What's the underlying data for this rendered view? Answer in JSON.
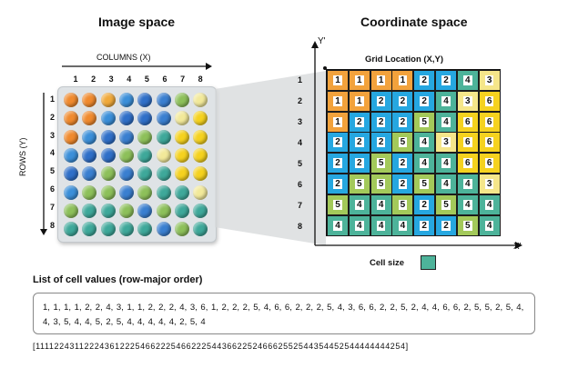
{
  "left_title": "Image space",
  "right_title": "Coordinate space",
  "columns_label": "COLUMNS (X)",
  "rows_label": "ROWS (Y)",
  "y_axis_label": "Y'",
  "x_axis_label": "X'",
  "grid_title": "Grid Location (X,Y)",
  "cell_size_label": "Cell size",
  "list_title": "List of cell values (row-major order)",
  "list_text": "1, 1, 1, 1, 2, 2, 4, 3, 1, 1, 2, 2, 2, 4, 3, 6, 1, 2, 2, 2, 5, 4, 6, 6, 2, 2, 2, 5, 4, 3, 6, 6, 2, 2, 5, 2, 4, 4, 6, 6, 2, 5, 5, 2, 5, 4, 4, 3, 5, 4, 4, 5, 2, 5, 4, 4, 4, 4, 4, 2, 5, 4",
  "raw_string": "[1111224311222436122254662225466222544366225246662552544354452544444444254]",
  "column_numbers": [
    "1",
    "2",
    "3",
    "4",
    "5",
    "6",
    "7",
    "8"
  ],
  "row_numbers": [
    "1",
    "2",
    "3",
    "4",
    "5",
    "6",
    "7",
    "8"
  ],
  "grid_row_numbers": [
    "1",
    "2",
    "3",
    "4",
    "5",
    "6",
    "7",
    "8"
  ],
  "colors": {
    "1": "#f2a23c",
    "2": "#26a7e0",
    "3": "#f5e68a",
    "4": "#4db39a",
    "5": "#a3c95a",
    "6": "#f5d21f",
    "swatch": "#4db39a"
  },
  "plate_colors": [
    [
      "#f08a2e",
      "#f08a2e",
      "#f0a93a",
      "#3b8fd9",
      "#2f6fc8",
      "#3a7fd0",
      "#8dc05a",
      "#f2e99a"
    ],
    [
      "#f08a2e",
      "#f08a2e",
      "#3b8fd9",
      "#2f6fc8",
      "#2f6fc8",
      "#3a7fd0",
      "#f2e99a",
      "#f5d21f"
    ],
    [
      "#f08a2e",
      "#3b8fd9",
      "#2f6fc8",
      "#3a7fd0",
      "#8dc05a",
      "#3ea89a",
      "#f5d21f",
      "#f5d21f"
    ],
    [
      "#3b8fd9",
      "#2f6fc8",
      "#2f6fc8",
      "#8dc05a",
      "#3ea89a",
      "#f2e99a",
      "#f5d21f",
      "#f5d21f"
    ],
    [
      "#2f6fc8",
      "#3a7fd0",
      "#8dc05a",
      "#3a7fd0",
      "#3ea89a",
      "#3ea89a",
      "#f5d21f",
      "#f5d21f"
    ],
    [
      "#3b8fd9",
      "#8dc05a",
      "#8dc05a",
      "#3a7fd0",
      "#8dc05a",
      "#3ea89a",
      "#3ea89a",
      "#f2e99a"
    ],
    [
      "#8dc05a",
      "#3ea89a",
      "#3ea89a",
      "#8dc05a",
      "#3a7fd0",
      "#8dc05a",
      "#3ea89a",
      "#3ea89a"
    ],
    [
      "#3ea89a",
      "#3ea89a",
      "#3ea89a",
      "#3ea89a",
      "#3ea89a",
      "#3a7fd0",
      "#8dc05a",
      "#3ea89a"
    ]
  ],
  "grid_values": [
    [
      "1",
      "1",
      "1",
      "1",
      "2",
      "2",
      "4",
      "3"
    ],
    [
      "1",
      "1",
      "2",
      "2",
      "2",
      "4",
      "3",
      "6"
    ],
    [
      "1",
      "2",
      "2",
      "2",
      "5",
      "4",
      "6",
      "6"
    ],
    [
      "2",
      "2",
      "2",
      "5",
      "4",
      "3",
      "6",
      "6"
    ],
    [
      "2",
      "2",
      "5",
      "2",
      "4",
      "4",
      "6",
      "6"
    ],
    [
      "2",
      "5",
      "5",
      "2",
      "5",
      "4",
      "4",
      "3"
    ],
    [
      "5",
      "4",
      "4",
      "5",
      "2",
      "5",
      "4",
      "4"
    ],
    [
      "4",
      "4",
      "4",
      "4",
      "2",
      "2",
      "5",
      "4"
    ]
  ]
}
